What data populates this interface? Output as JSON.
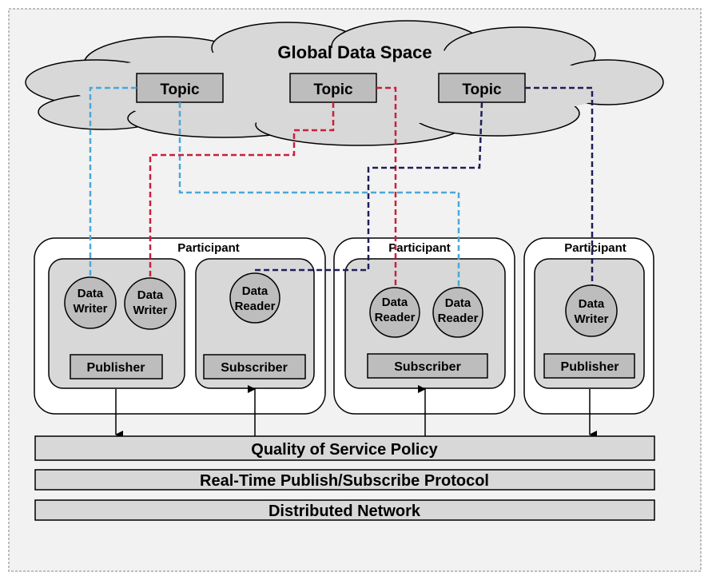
{
  "cloud": {
    "title": "Global Data Space"
  },
  "topics": [
    "Topic",
    "Topic",
    "Topic"
  ],
  "participants": [
    {
      "label": "Participant",
      "groups": [
        {
          "label": "Publisher",
          "entities": [
            "Data\nWriter",
            "Data\nWriter"
          ]
        },
        {
          "label": "Subscriber",
          "entities": [
            "Data\nReader"
          ]
        }
      ]
    },
    {
      "label": "Participant",
      "groups": [
        {
          "label": "Subscriber",
          "entities": [
            "Data\nReader",
            "Data\nReader"
          ]
        }
      ]
    },
    {
      "label": "Participant",
      "groups": [
        {
          "label": "Publisher",
          "entities": [
            "Data\nWriter"
          ]
        }
      ]
    }
  ],
  "layers": [
    "Quality of Service Policy",
    "Real-Time Publish/Subscribe Protocol",
    "Distributed Network"
  ],
  "colors": {
    "light_blue": "#4aa8d8",
    "red": "#c8203c",
    "navy": "#1e1e5a",
    "cloud_fill": "#d8d8d8",
    "box_fill": "#bdbdbd",
    "frame_fill": "#f2f2f2"
  }
}
